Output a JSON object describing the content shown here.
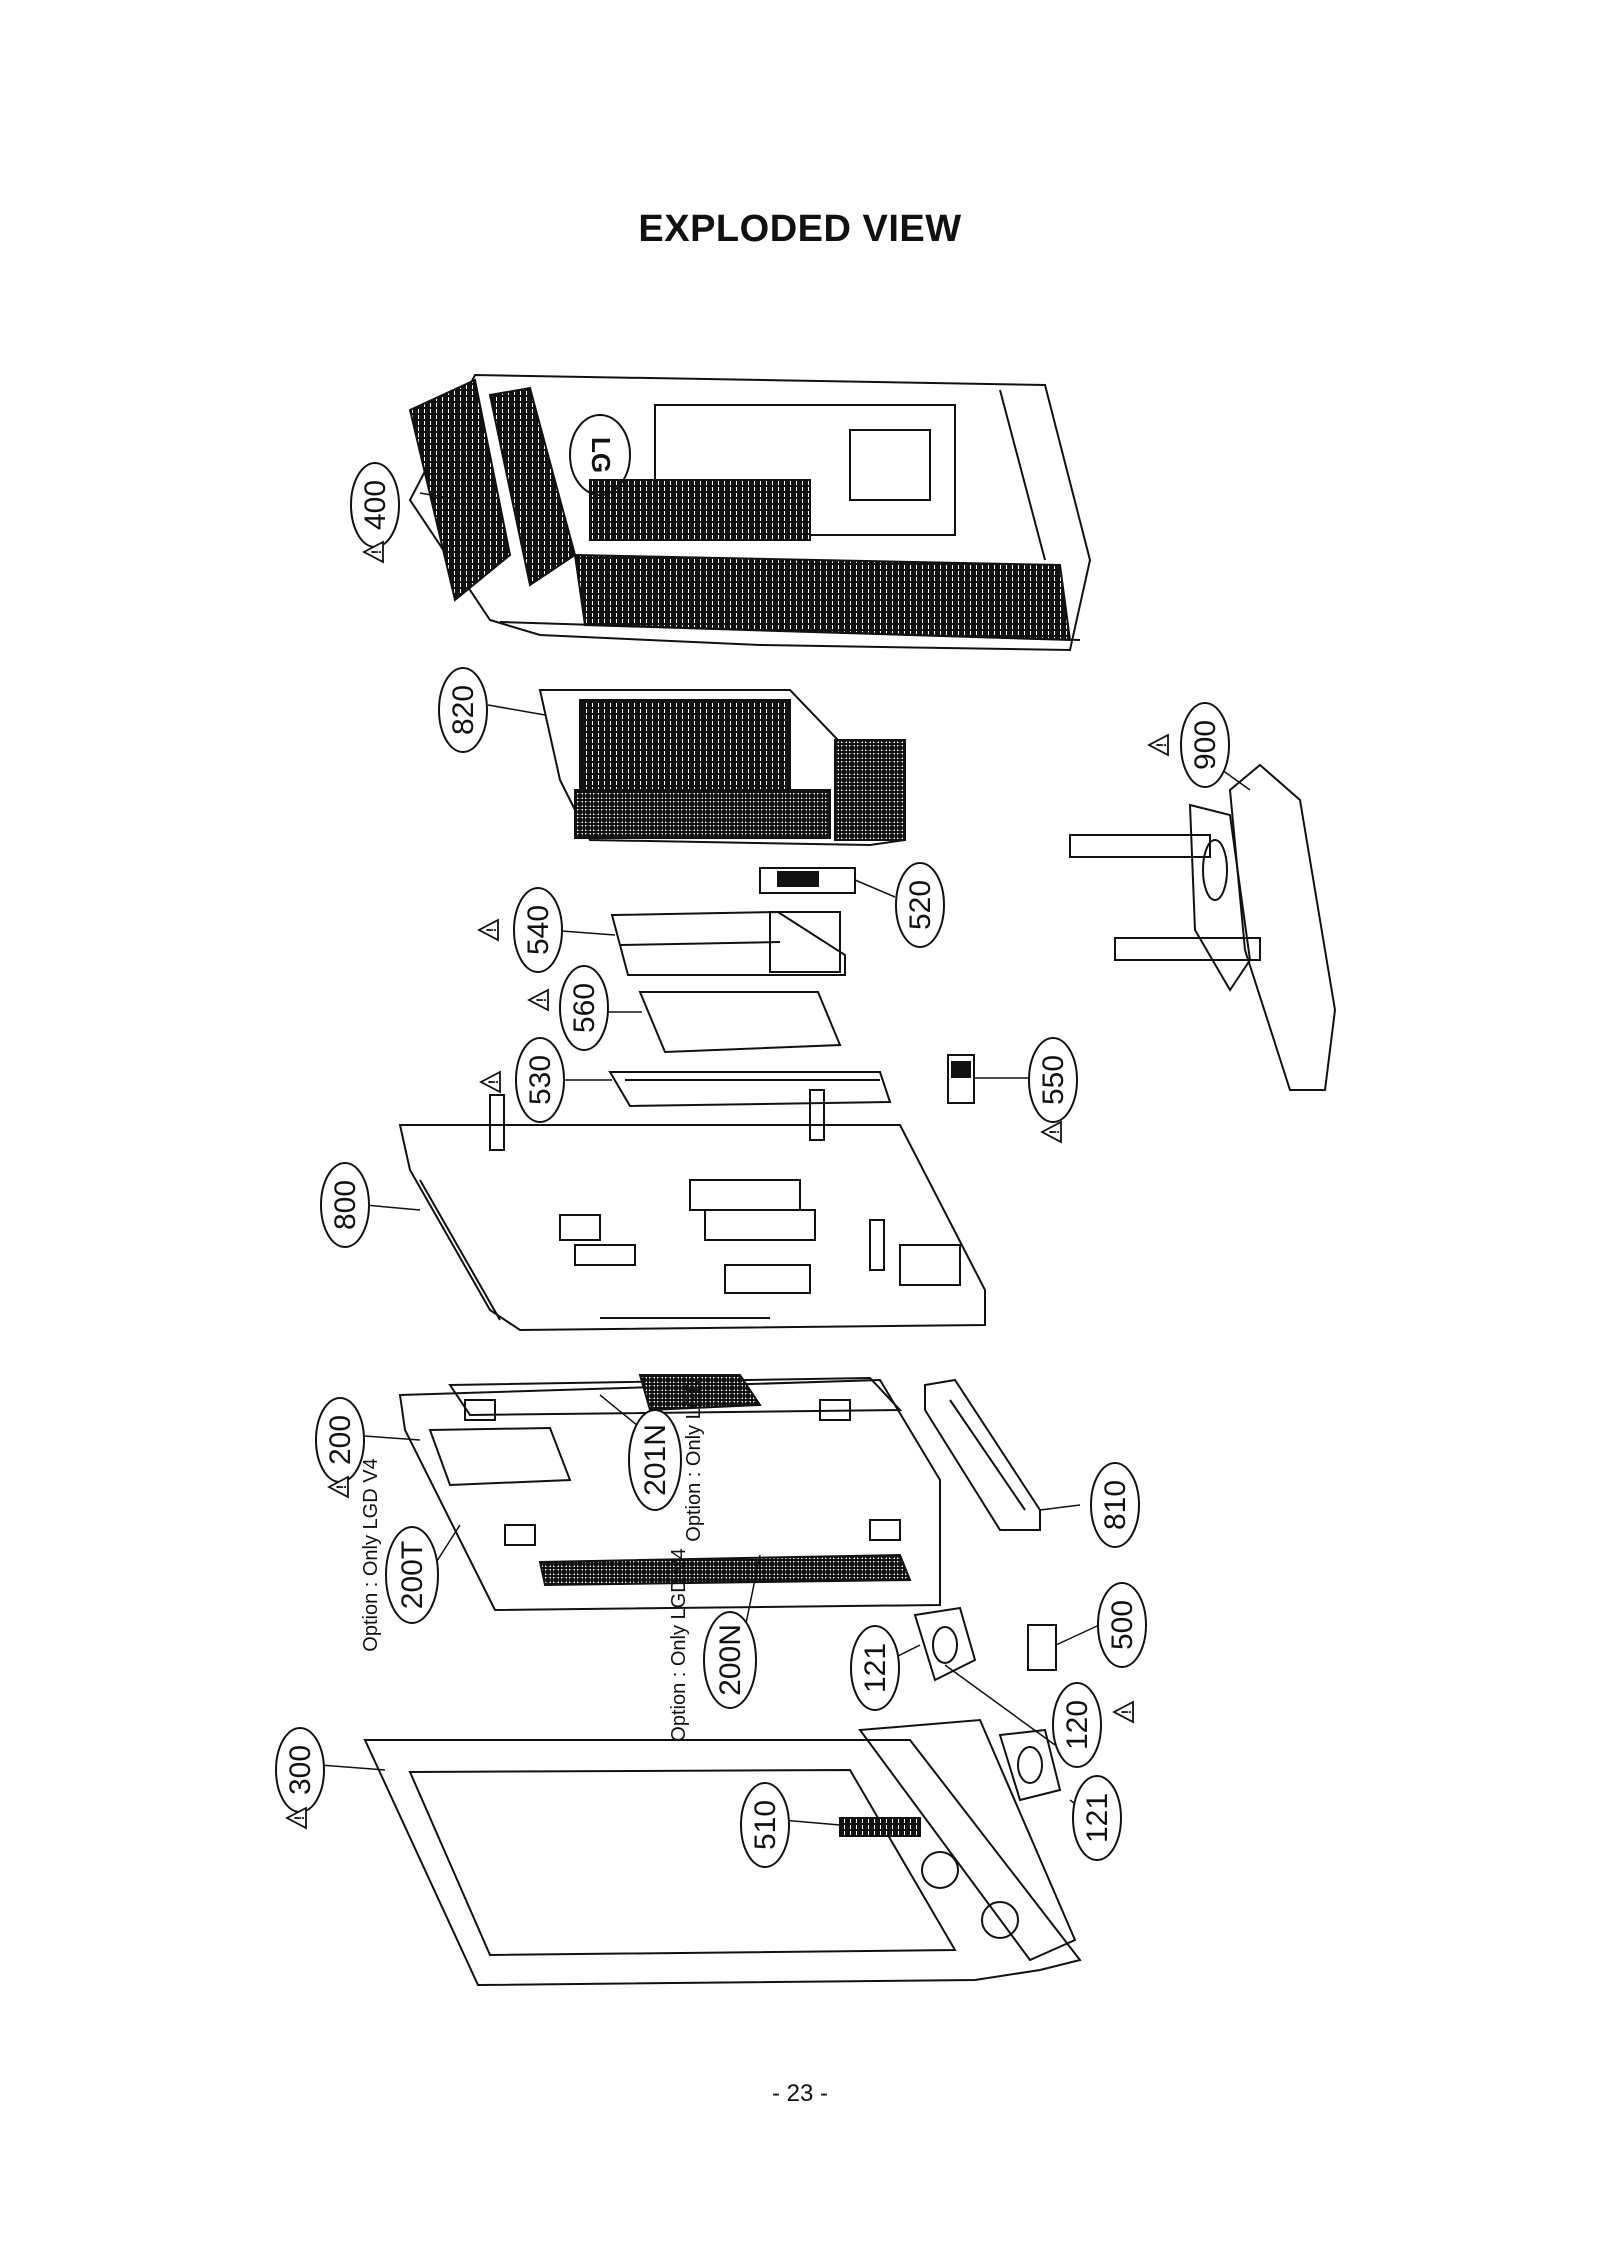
{
  "title": "EXPLODED VIEW",
  "page_number": "- 23 -",
  "logo_text": "LG",
  "callouts": {
    "c400": "400",
    "c820": "820",
    "c900": "900",
    "c520": "520",
    "c540": "540",
    "c560": "560",
    "c530": "530",
    "c550": "550",
    "c800": "800",
    "c200": "200",
    "c201N": "201N",
    "c810": "810",
    "c200T": "200T",
    "c200N": "200N",
    "c500": "500",
    "c121a": "121",
    "c120": "120",
    "c300": "300",
    "c510": "510",
    "c121b": "121"
  },
  "options": {
    "opt_200T": "Option : Only LGD V4",
    "opt_200N": "Option : Only LGD V4",
    "opt_201N": "Option : Only LGD"
  },
  "warning_symbol": "!"
}
